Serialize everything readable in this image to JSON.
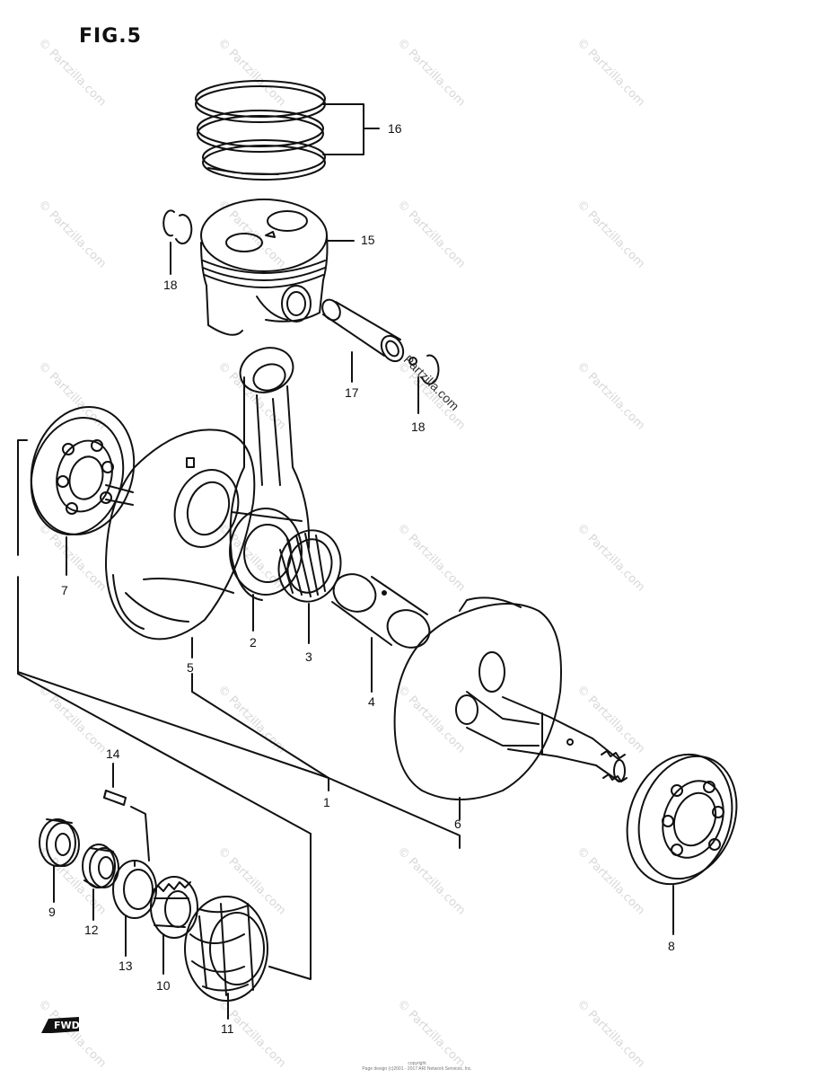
{
  "figure": {
    "title": "FIG.5"
  },
  "callouts": [
    {
      "id": "16",
      "label": "16"
    },
    {
      "id": "15",
      "label": "15"
    },
    {
      "id": "18a",
      "label": "18"
    },
    {
      "id": "17",
      "label": "17"
    },
    {
      "id": "18b",
      "label": "18"
    },
    {
      "id": "7",
      "label": "7"
    },
    {
      "id": "2",
      "label": "2"
    },
    {
      "id": "3",
      "label": "3"
    },
    {
      "id": "5",
      "label": "5"
    },
    {
      "id": "4",
      "label": "4"
    },
    {
      "id": "1",
      "label": "1"
    },
    {
      "id": "6",
      "label": "6"
    },
    {
      "id": "14",
      "label": "14"
    },
    {
      "id": "8",
      "label": "8"
    },
    {
      "id": "9",
      "label": "9"
    },
    {
      "id": "12",
      "label": "12"
    },
    {
      "id": "13",
      "label": "13"
    },
    {
      "id": "10",
      "label": "10"
    },
    {
      "id": "11",
      "label": "11"
    }
  ],
  "watermark": {
    "text": "© Partzilla.com",
    "stamp": "Partzilla.com"
  },
  "footer": {
    "line1": "copyright",
    "line2": "Page design (c)2001 - 2017 ARI Network Services, Inc."
  },
  "fwd_badge": {
    "label": "FWD"
  }
}
